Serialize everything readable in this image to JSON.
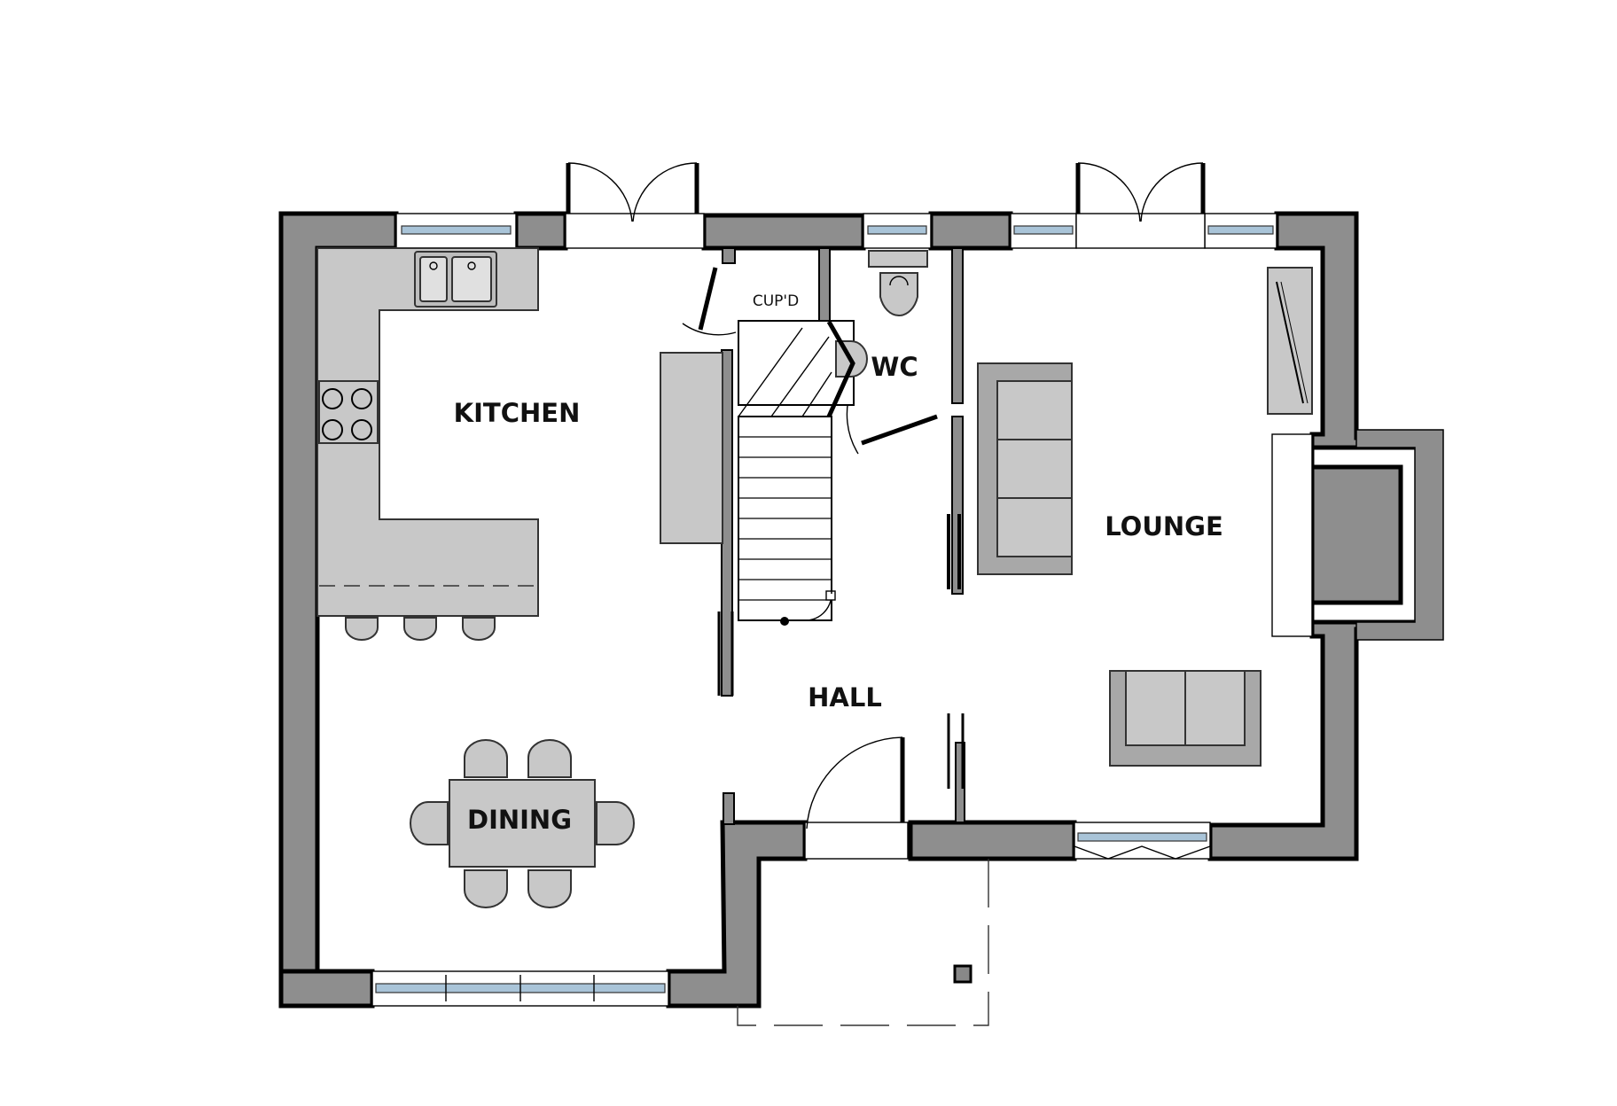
{
  "rooms": {
    "kitchen": "KITCHEN",
    "wc": "WC",
    "lounge": "LOUNGE",
    "hall": "HALL",
    "dining": "DINING",
    "cupboard": "CUP'D"
  },
  "colors": {
    "wall_fill": "#8e8e8e",
    "fitting_fill": "#c8c8c8",
    "glazing": "#a9c4d8",
    "background": "#ffffff"
  }
}
